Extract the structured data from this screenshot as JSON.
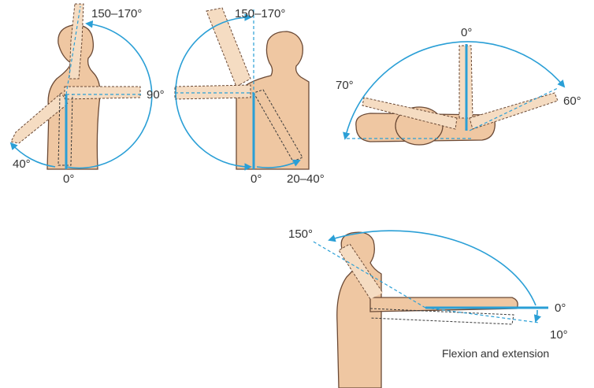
{
  "colors": {
    "skin": "#efc7a2",
    "skin_outline": "#6b4a36",
    "skin_light": "#f5dcc2",
    "arc": "#2a9fd6",
    "dashed": "#3a3a3a",
    "text": "#333333"
  },
  "panel_a": {
    "label_top": "150–170°",
    "label_mid": "90°",
    "label_back": "40°",
    "label_bottom": "0°"
  },
  "panel_b": {
    "label_top": "150–170°",
    "label_bottom": "0°",
    "label_adduction": "20–40°"
  },
  "panel_c": {
    "label_top": "0°",
    "label_left": "70°",
    "label_right": "60°"
  },
  "panel_d": {
    "label_top": "150°",
    "label_level": "0°",
    "label_ext": "10°",
    "caption": "Flexion and extension"
  }
}
